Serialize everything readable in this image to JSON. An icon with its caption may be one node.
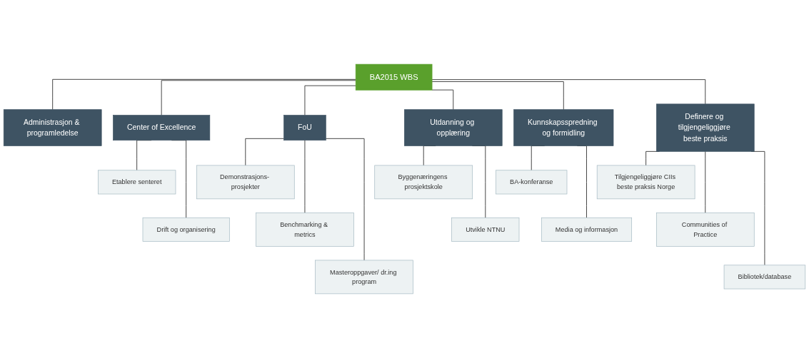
{
  "diagram": {
    "nodes": [
      {
        "text": [
          "BA2015 WBS"
        ]
      },
      {
        "text": [
          "Administrasjon & programledelse"
        ]
      },
      {
        "text": [
          "Center of Excellence"
        ]
      },
      {
        "text": [
          "FoU"
        ]
      },
      {
        "text": [
          "Utdanning og opplæring"
        ]
      },
      {
        "text": [
          "Kunnskapsspredning og formidling"
        ]
      },
      {
        "text": [
          "Definere og tilgjengeliggjøre beste praksis"
        ]
      },
      {
        "text": [
          "Etablere senteret"
        ]
      },
      {
        "text": [
          "Drift og organisering"
        ]
      },
      {
        "text": [
          "Demonstrasjons- prosjekter"
        ]
      },
      {
        "text": [
          "Benchmarking & metrics"
        ]
      },
      {
        "text": [
          "Masteroppgaver/ dr.ing program"
        ]
      },
      {
        "text": [
          "Byggenæringens prosjektskole"
        ]
      },
      {
        "text": [
          "Utvikle NTNU"
        ]
      },
      {
        "text": [
          "BA-konferanse"
        ]
      },
      {
        "text": [
          "Media og informasjon"
        ]
      },
      {
        "text": [
          "Tilgjengeliggjøre CIIs beste praksis Norge"
        ]
      },
      {
        "text": [
          "Communities of Practice"
        ]
      },
      {
        "text": [
          "Bibliotek/database"
        ]
      }
    ],
    "edges": [
      {
        "from": 0,
        "to": 1,
        "arrow": "none"
      },
      {
        "from": 0,
        "to": 2,
        "arrow": "none"
      },
      {
        "from": 0,
        "to": 3,
        "arrow": "none"
      },
      {
        "from": 0,
        "to": 4,
        "arrow": "none"
      },
      {
        "from": 0,
        "to": 5,
        "arrow": "none"
      },
      {
        "from": 0,
        "to": 6,
        "arrow": "none"
      },
      {
        "from": 2,
        "to": 7,
        "arrow": "none"
      },
      {
        "from": 2,
        "to": 8,
        "arrow": "none"
      },
      {
        "from": 3,
        "to": 9,
        "arrow": "none"
      },
      {
        "from": 3,
        "to": 10,
        "arrow": "none"
      },
      {
        "from": 3,
        "to": 11,
        "arrow": "none"
      },
      {
        "from": 4,
        "to": 12,
        "arrow": "none"
      },
      {
        "from": 4,
        "to": 13,
        "arrow": "none"
      },
      {
        "from": 5,
        "to": 14,
        "arrow": "none"
      },
      {
        "from": 5,
        "to": 15,
        "arrow": "none"
      },
      {
        "from": 6,
        "to": 16,
        "arrow": "none"
      },
      {
        "from": 6,
        "to": 17,
        "arrow": "none"
      },
      {
        "from": 6,
        "to": 18,
        "arrow": "none"
      }
    ]
  }
}
